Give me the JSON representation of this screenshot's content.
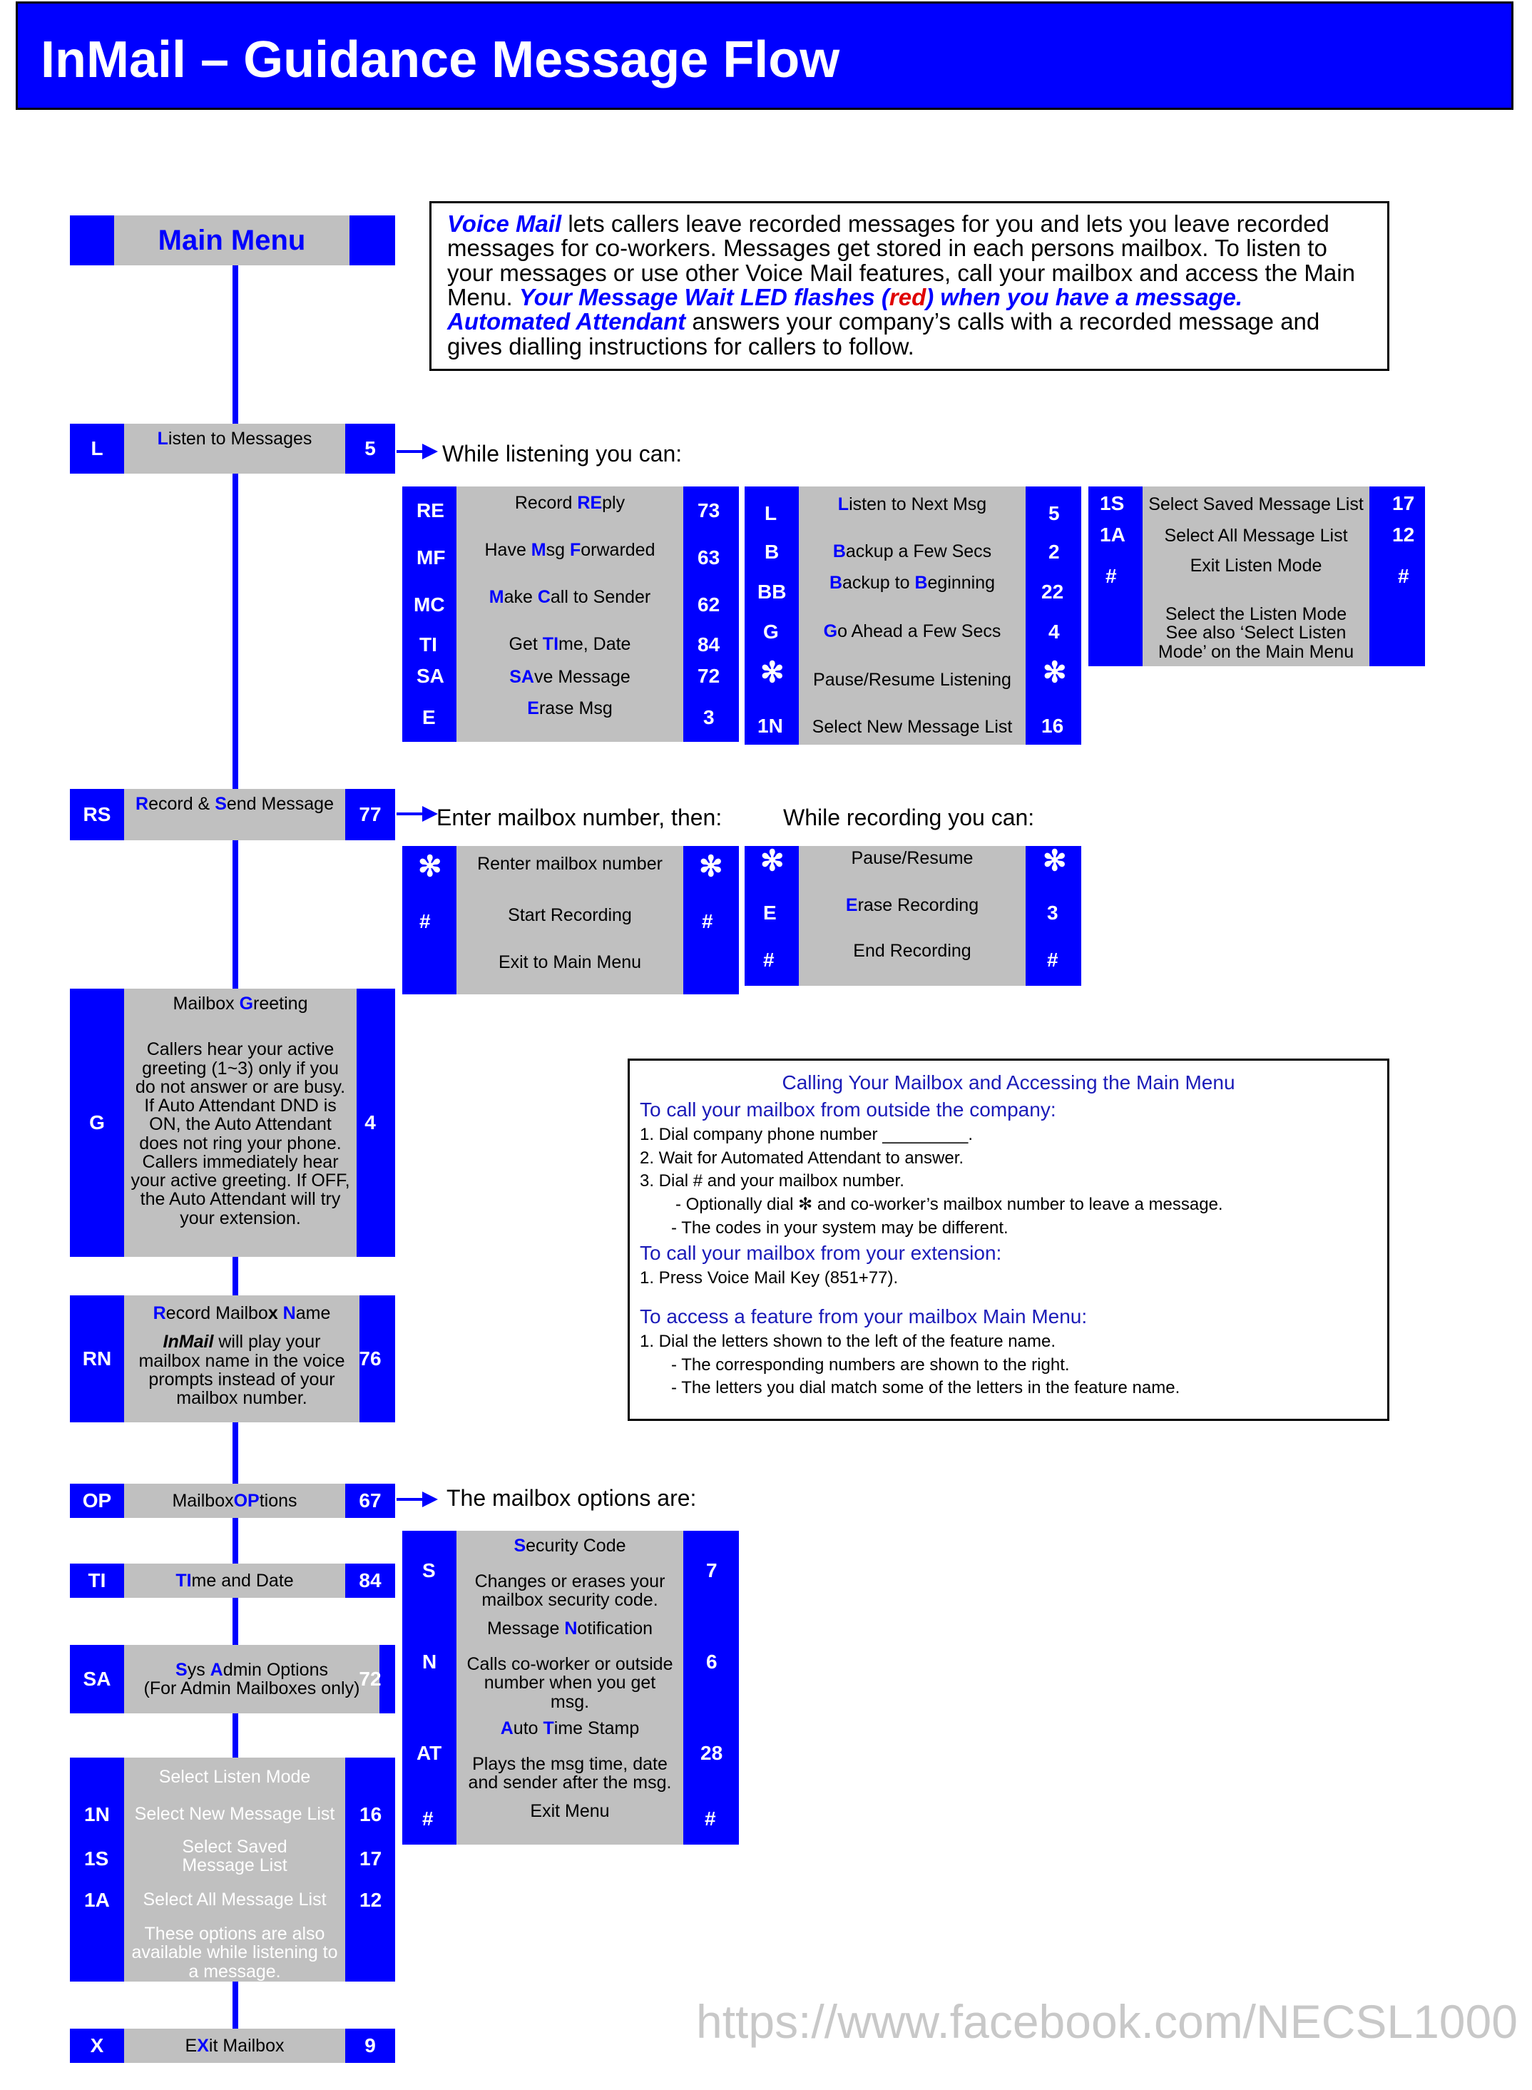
{
  "title": "InMail – Guidance Message Flow",
  "intro": {
    "vm_label": "Voice Mail",
    "vm_text": " lets callers leave recorded messages for you and lets you leave recorded messages for co-workers.  Messages get stored in each persons mailbox.  To listen to your messages or use other Voice Mail features, call your mailbox and access the Main Menu. ",
    "led_a": "Your Message Wait LED flashes (",
    "led_red": "red",
    "led_b": ") when you have a message.",
    "aa_label": "Automated Attendant",
    "aa_text": " answers your company’s calls with a recorded message and gives dialling instructions for callers to follow."
  },
  "main_menu": "Main Menu",
  "left": {
    "listen": {
      "code": "L",
      "a": "L",
      "b": "isten to Messages",
      "num": "5"
    },
    "record": {
      "code": "RS",
      "a": "R",
      "b": "ecord & ",
      "c": "S",
      "d": "end Message",
      "num": "77"
    },
    "greeting": {
      "code": "G",
      "num": "4",
      "t1": "Mailbox ",
      "t2": "G",
      "t3": "reeting",
      "desc": "Callers hear your active greeting (1~3) only if you do not answer or are busy.  If Auto Attendant DND is ON, the Auto Attendant does not ring your phone.  Callers immediately hear your active greeting.  If OFF, the Auto Attendant will try your extension."
    },
    "name": {
      "code": "RN",
      "num": "76",
      "t1": "R",
      "t2": "ecord Mailbo",
      "t3": "x ",
      "t4": "N",
      "t5": "ame",
      "d1": "InMail",
      "d2": " will play your mailbox name in the voice prompts instead of your mailbox number."
    },
    "options": {
      "code": "OP",
      "num": "67",
      "a": "Mailbox ",
      "b": "OP",
      "c": "tions"
    },
    "time": {
      "code": "TI",
      "num": "84",
      "a": "TI",
      "b": "me and Date"
    },
    "sys": {
      "code": "SA",
      "num": "72",
      "a": "S",
      "b": "ys ",
      "c": "A",
      "d": "dmin Options",
      "e": "(For Admin Mailboxes only)"
    },
    "mode": {
      "title": "Select Listen Mode",
      "rows": [
        {
          "code": "1N",
          "label": "Select New Message List",
          "num": "16"
        },
        {
          "code": "1S",
          "label": "Select Saved Message List",
          "num": "17"
        },
        {
          "code": "1A",
          "label": "Select All Message List",
          "num": "12"
        }
      ],
      "note": "These options are also available while listening to a message."
    },
    "exit": {
      "code": "X",
      "num": "9",
      "a": "E",
      "b": "X",
      "c": "it Mailbox"
    }
  },
  "listening": {
    "heading": "While listening you can:",
    "p1": [
      {
        "code": "RE",
        "num": "73",
        "a": "Record ",
        "b": "RE",
        "c": "ply"
      },
      {
        "code": "MF",
        "num": "63",
        "a": "Have ",
        "b": "M",
        "c": "sg ",
        "d": "F",
        "e": "orwarded"
      },
      {
        "code": "MC",
        "num": "62",
        "a": "",
        "b": "M",
        "c": "ake ",
        "d": "C",
        "e": "all to Sender"
      },
      {
        "code": "TI",
        "num": "84",
        "a": "Get ",
        "b": "TI",
        "c": "me, Date"
      },
      {
        "code": "SA",
        "num": "72",
        "a": "",
        "b": "SA",
        "c": "ve Message"
      },
      {
        "code": "E",
        "num": "3",
        "a": "",
        "b": "E",
        "c": "rase Msg"
      }
    ],
    "p2": [
      {
        "code": "L",
        "num": "5",
        "a": "",
        "b": "L",
        "c": "isten to Next Msg"
      },
      {
        "code": "B",
        "num": "2",
        "a": "",
        "b": "B",
        "c": "ackup a Few Secs"
      },
      {
        "code": "BB",
        "num": "22",
        "a": "",
        "b": "B",
        "c": "ackup to ",
        "d": "B",
        "e": "eginning"
      },
      {
        "code": "G",
        "num": "4",
        "a": "",
        "b": "G",
        "c": "o Ahead a Few Secs"
      },
      {
        "code": "✻",
        "num": "✻",
        "a": "Pause/Resume Listening"
      },
      {
        "code": "1N",
        "num": "16",
        "a": "Select New Message List"
      }
    ],
    "p3": [
      {
        "code": "1S",
        "num": "17",
        "label": "Select Saved Message List"
      },
      {
        "code": "1A",
        "num": "12",
        "label": "Select All Message List"
      },
      {
        "code": "#",
        "num": "#",
        "label": "Exit Listen Mode"
      }
    ],
    "p3_note": "Select the Listen Mode See also ‘Select Listen Mode’ on the Main Menu"
  },
  "enter": {
    "heading": "Enter mailbox number, then:",
    "rows": [
      {
        "code": "✻",
        "num": "✻",
        "label": "Renter mailbox number"
      },
      {
        "code": "#",
        "num": "#",
        "label": "Start Recording"
      },
      {
        "label": "Exit to Main Menu"
      }
    ]
  },
  "recording": {
    "heading": "While recording you can:",
    "rows": [
      {
        "code": "✻",
        "num": "✻",
        "a": "Pause/Resume"
      },
      {
        "code": "E",
        "num": "3",
        "b": "E",
        "c": "rase Recording"
      },
      {
        "code": "#",
        "num": "#",
        "a": "End Recording"
      }
    ]
  },
  "options_panel": {
    "heading": "The mailbox options are:",
    "s": {
      "code": "S",
      "num": "7",
      "t1": "S",
      "t2": "ecurity Code",
      "desc": "Changes or erases your mailbox security code."
    },
    "n": {
      "code": "N",
      "num": "6",
      "t1": "Message ",
      "t2": "N",
      "t3": "otification",
      "desc": "Calls co-worker or outside number when you get msg."
    },
    "at": {
      "code": "AT",
      "num": "28",
      "t1": "A",
      "t2": "uto ",
      "t3": "T",
      "t4": "ime Stamp",
      "desc": "Plays the msg time, date and sender after the msg."
    },
    "x": {
      "code": "#",
      "num": "#",
      "label": "Exit Menu"
    }
  },
  "calling": {
    "title": "Calling Your Mailbox and Accessing the Main Menu",
    "h1": "To call your mailbox from outside the company:",
    "l1": "1.  Dial company phone number _________.",
    "l2": "2.  Wait for Automated Attendant to answer.",
    "l3": "3.  Dial # and your mailbox number.",
    "l4": "-  Optionally dial ✻ and co-worker’s mailbox number to leave a message.",
    "l5": "-  The codes in your system may be different.",
    "h2": "To call your mailbox from your extension:",
    "l6": "1.  Press Voice Mail Key (851+77).",
    "h3": "To access a feature from your mailbox Main Menu:",
    "l7": "1.  Dial the letters shown to the left of the feature name.",
    "l8": "-  The corresponding numbers are shown to the right.",
    "l9": "-  The letters you dial match some of the letters in the feature name."
  },
  "watermark": "https://www.facebook.com/NECSL1000"
}
